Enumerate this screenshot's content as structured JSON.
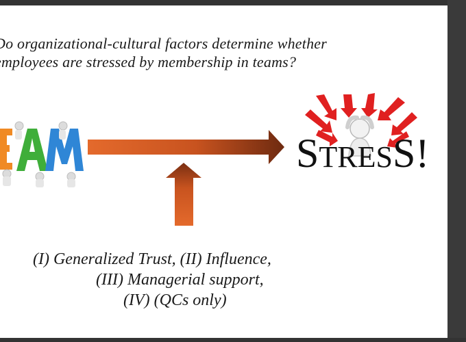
{
  "slide": {
    "question_lines": [
      "Do organizational-cultural factors determine whether",
      "employees are stressed by membership in teams?"
    ],
    "team_word": "TEAM",
    "stress_word_big1": "S",
    "stress_word_small": "TRES",
    "stress_word_big2": "S",
    "stress_word_bang": "!",
    "factors": [
      "(I)  Generalized Trust, (II) Influence,",
      "(III) Managerial support,",
      "(IV) (QCs only)"
    ]
  },
  "colors": {
    "arrow_light": "#e46a2c",
    "arrow_dark": "#6e2a10",
    "stress_rays": "#e02020",
    "team_green": "#3fae3a",
    "team_blue": "#2f86d6",
    "team_orange": "#f08a24"
  }
}
